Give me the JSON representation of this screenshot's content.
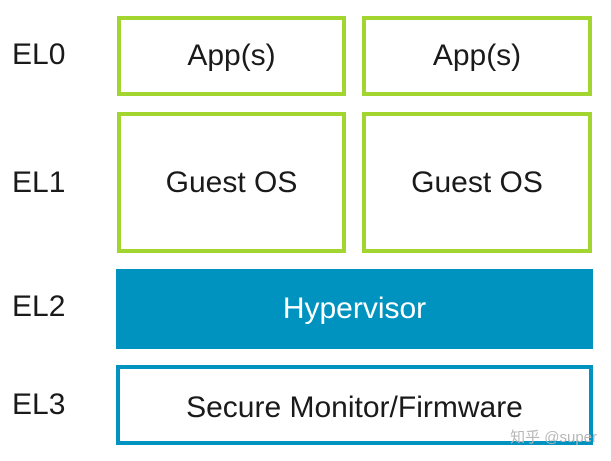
{
  "levels": {
    "el0": "EL0",
    "el1": "EL1",
    "el2": "EL2",
    "el3": "EL3"
  },
  "el0_boxes": [
    "App(s)",
    "App(s)"
  ],
  "el1_boxes": [
    "Guest OS",
    "Guest OS"
  ],
  "hypervisor": "Hypervisor",
  "secure_monitor": "Secure Monitor/Firmware",
  "watermark": "知乎 @super",
  "colors": {
    "app_border": "#a3d531",
    "hypervisor_fill": "#0093c0",
    "secure_monitor_border": "#0093c0"
  }
}
